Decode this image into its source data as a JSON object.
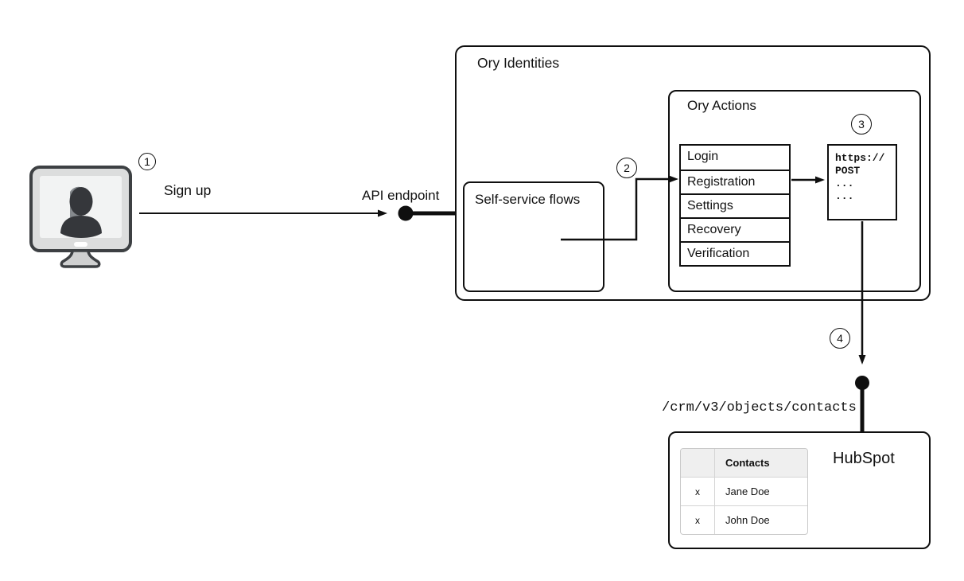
{
  "diagram": {
    "steps": {
      "s1": {
        "number": "1",
        "label": "Sign up"
      },
      "s2": {
        "number": "2"
      },
      "s3": {
        "number": "3"
      },
      "s4": {
        "number": "4"
      }
    },
    "api_endpoint": {
      "label": "API endpoint"
    },
    "ory_identities": {
      "title": "Ory Identities"
    },
    "self_service": {
      "title": "Self-service flows"
    },
    "ory_actions": {
      "title": "Ory Actions",
      "flows": [
        "Login",
        "Registration",
        "Settings",
        "Recovery",
        "Verification"
      ]
    },
    "webhook": {
      "lines": [
        "https://",
        "POST",
        "...",
        "..."
      ]
    },
    "hubspot": {
      "title": "HubSpot",
      "endpoint_path": "/crm/v3/objects/contacts",
      "contacts_table": {
        "header_action": "",
        "header_name": "Contacts",
        "rows": [
          {
            "action": "x",
            "name": "Jane Doe"
          },
          {
            "action": "x",
            "name": "John Doe"
          }
        ]
      }
    },
    "icons": {
      "user_computer": "user-computer-icon",
      "endpoint_dot_api": "endpoint-dot",
      "endpoint_dot_hubspot": "endpoint-dot"
    },
    "colors": {
      "line": "#0f0f0f",
      "box_border": "#0f0f0f",
      "table_border": "#c9c9c9",
      "table_header_bg": "#efefef",
      "monitor_body": "#dcdddd",
      "monitor_screen": "#f2f3f3",
      "monitor_stroke": "#3d4043",
      "silhouette": "#35373b",
      "background": "#ffffff"
    }
  }
}
